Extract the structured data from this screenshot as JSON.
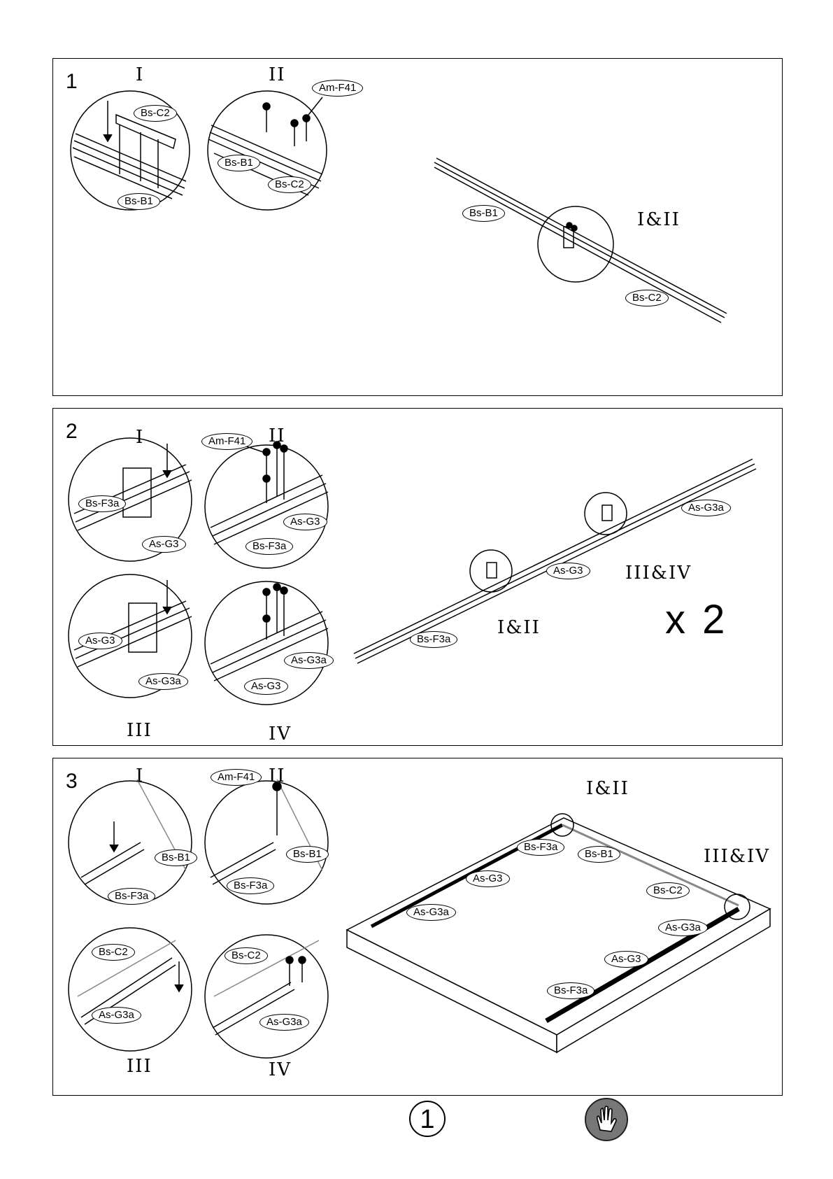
{
  "steps": [
    {
      "number": "1",
      "detail_labels": [
        "I",
        "II"
      ],
      "main_label": "I&II",
      "tags": {
        "d1_c2": "Bs-C2",
        "d1_b1": "Bs-B1",
        "d2_f41": "Am-F41",
        "d2_b1": "Bs-B1",
        "d2_c2": "Bs-C2",
        "main_b1": "Bs-B1",
        "main_c2": "Bs-C2"
      }
    },
    {
      "number": "2",
      "detail_labels": [
        "I",
        "II",
        "III",
        "IV"
      ],
      "main_labels": [
        "I&II",
        "III&IV"
      ],
      "multiplier": "x 2",
      "tags": {
        "d1_f3a": "Bs-F3a",
        "d1_g3": "As-G3",
        "d2_f41": "Am-F41",
        "d2_g3": "As-G3",
        "d2_f3a": "Bs-F3a",
        "d3_g3": "As-G3",
        "d3_g3a": "As-G3a",
        "d4_g3a": "As-G3a",
        "d4_g3": "As-G3",
        "main_g3a": "As-G3a",
        "main_g3": "As-G3",
        "main_f3a": "Bs-F3a"
      }
    },
    {
      "number": "3",
      "detail_labels": [
        "I",
        "II",
        "III",
        "IV"
      ],
      "main_labels": [
        "I&II",
        "III&IV"
      ],
      "tags": {
        "d1_b1": "Bs-B1",
        "d1_f3a": "Bs-F3a",
        "d2_f41": "Am-F41",
        "d2_b1": "Bs-B1",
        "d2_f3a": "Bs-F3a",
        "d3_c2": "Bs-C2",
        "d3_g3a": "As-G3a",
        "d4_c2": "Bs-C2",
        "d4_g3a": "As-G3a",
        "main_f3a_top": "Bs-F3a",
        "main_b1": "Bs-B1",
        "main_g3_left": "As-G3",
        "main_c2": "Bs-C2",
        "main_g3a_left": "As-G3a",
        "main_g3a_right": "As-G3a",
        "main_g3_right": "As-G3",
        "main_f3a_bottom": "Bs-F3a"
      }
    }
  ],
  "footer": {
    "page_number": "1",
    "icon": "gloves-icon"
  }
}
